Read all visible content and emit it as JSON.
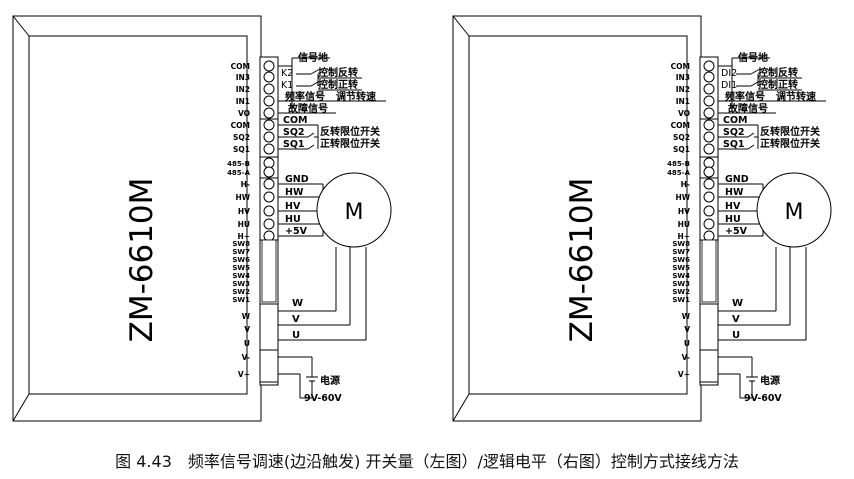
{
  "diagrams": [
    {
      "model": "ZM-6610M",
      "pins": {
        "group1": [
          "COM",
          "IN3",
          "IN2",
          "IN1",
          "VO"
        ],
        "group2": [
          "COM",
          "SQ2",
          "SQ1"
        ],
        "group3": [
          "485-B",
          "485-A"
        ],
        "group4": [
          "H-",
          "HW",
          "HV",
          "HU",
          "H+"
        ],
        "group5": [
          "SW8",
          "SW7",
          "SW6",
          "SW5",
          "SW4",
          "SW3",
          "SW2",
          "SW1"
        ],
        "group6": [
          "W",
          "V",
          "U"
        ],
        "group7": [
          "V-",
          "V+"
        ]
      },
      "labels": {
        "signal_ground": "信号地",
        "k2": "K2",
        "k1": "K1",
        "reverse": "控制反转",
        "forward": "控制正转",
        "freq_signal": "频率信号",
        "speed_adjust": "调节转速",
        "fault_signal": "故障信号",
        "com": "COM",
        "sq2": "SQ2",
        "sq1": "SQ1",
        "rev_limit": "反转限位开关",
        "fwd_limit": "正转限位开关",
        "gnd": "GND",
        "hw": "HW",
        "hv": "HV",
        "hu": "HU",
        "p5v": "+5V",
        "motor": "M",
        "w": "W",
        "v": "V",
        "u": "U",
        "power": "电源",
        "voltage": "9V-60V"
      }
    },
    {
      "model": "ZM-6610M",
      "pins": {
        "group1": [
          "COM",
          "IN3",
          "IN2",
          "IN1",
          "VO"
        ],
        "group2": [
          "COM",
          "SQ2",
          "SQ1"
        ],
        "group3": [
          "485-B",
          "485-A"
        ],
        "group4": [
          "H-",
          "HW",
          "HV",
          "HU",
          "H+"
        ],
        "group5": [
          "SW8",
          "SW7",
          "SW6",
          "SW5",
          "SW4",
          "SW3",
          "SW2",
          "SW1"
        ],
        "group6": [
          "W",
          "V",
          "U"
        ],
        "group7": [
          "V-",
          "V+"
        ]
      },
      "labels": {
        "signal_ground": "信号地",
        "k2": "DI2",
        "k1": "DI1",
        "reverse": "控制反转",
        "forward": "控制正转",
        "freq_signal": "频率信号",
        "speed_adjust": "调节转速",
        "fault_signal": "故障信号",
        "com": "COM",
        "sq2": "SQ2",
        "sq1": "SQ1",
        "rev_limit": "反转限位开关",
        "fwd_limit": "正转限位开关",
        "gnd": "GND",
        "hw": "HW",
        "hv": "HV",
        "hu": "HU",
        "p5v": "+5V",
        "motor": "M",
        "w": "W",
        "v": "V",
        "u": "U",
        "power": "电源",
        "voltage": "9V-60V"
      }
    }
  ],
  "caption": "图 4.43　频率信号调速(边沿触发) 开关量（左图）/逻辑电平（右图）控制方式接线方法"
}
